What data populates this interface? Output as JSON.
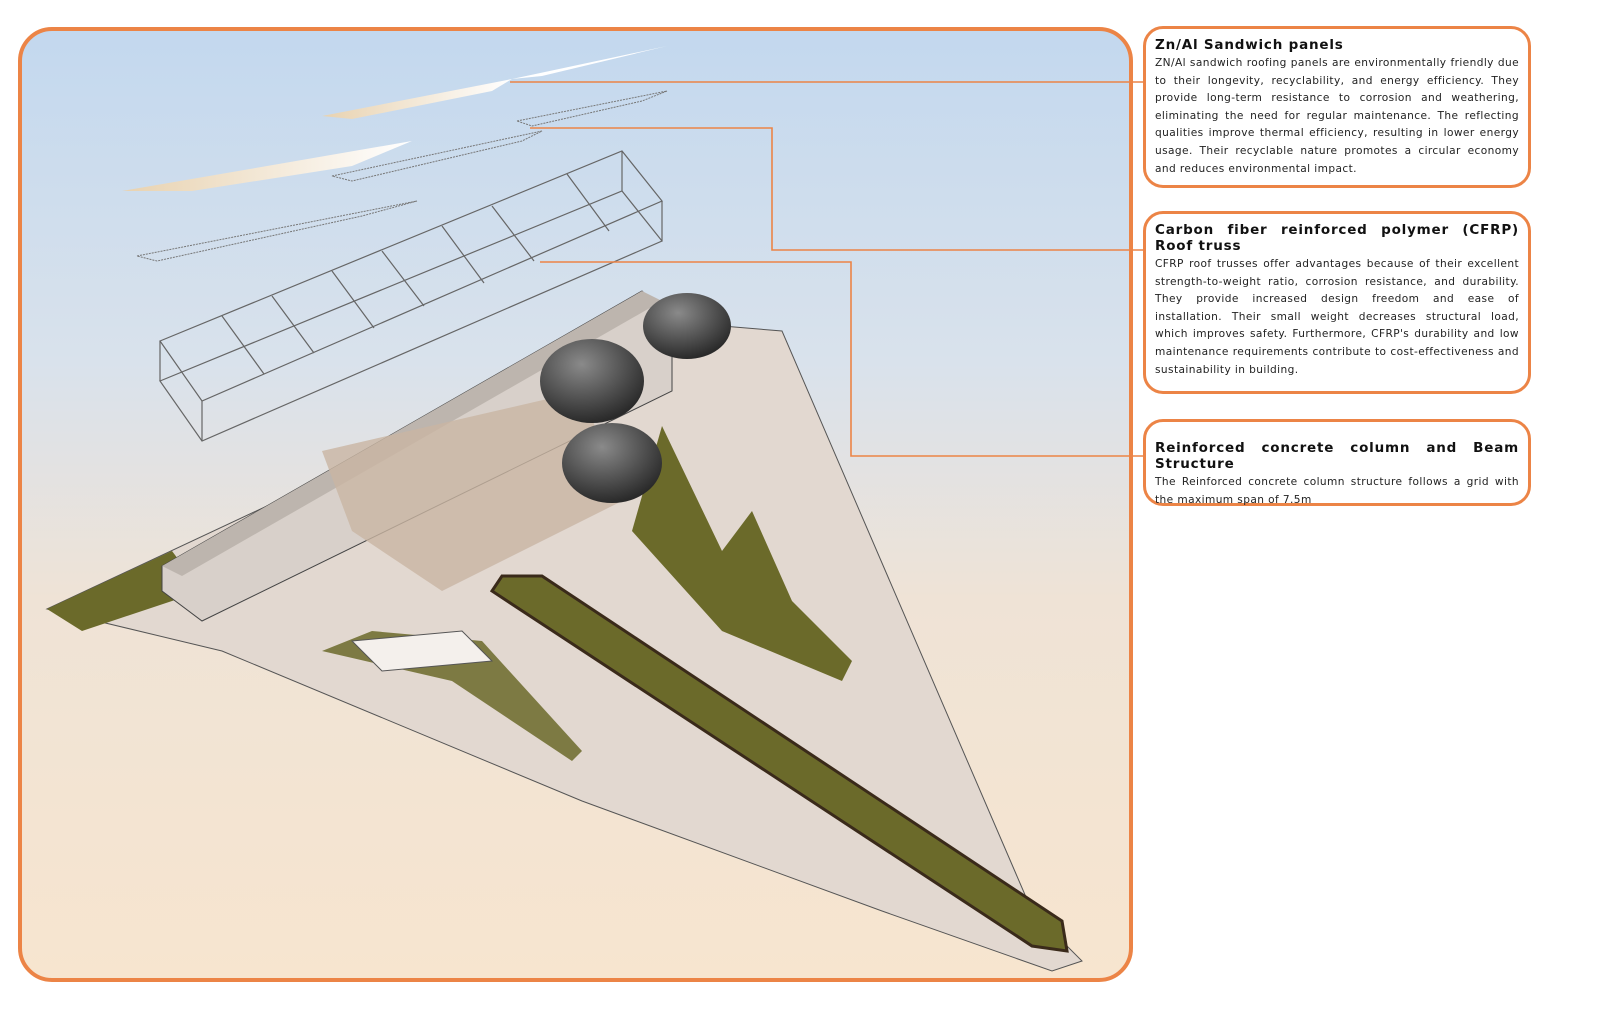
{
  "colors": {
    "accent": "#ec8446",
    "sky_top": "#c3d8ee",
    "ground": "#f7e5cf",
    "grass": "#6b6a2a"
  },
  "callouts": [
    {
      "title": "Zn/Al Sandwich panels",
      "body": "ZN/Al sandwich roofing panels are environmentally friendly due to their longevity, recyclability, and energy efficiency. They provide long-term resistance to corrosion and weathering, eliminating the need for regular maintenance. The reflecting qualities improve thermal efficiency, resulting in lower energy usage. Their recyclable nature promotes a circular economy and reduces environmental impact."
    },
    {
      "title": "Carbon fiber reinforced polymer (CFRP) Roof truss",
      "body": "CFRP roof trusses offer advantages because of their excellent strength-to-weight ratio, corrosion resistance, and durability. They provide increased design freedom and ease of installation. Their small weight decreases structural load, which improves safety. Furthermore, CFRP's durability and low maintenance requirements contribute to cost-effectiveness and sustainability in building."
    },
    {
      "title": "Reinforced concrete column and Beam Structure",
      "body": "The Reinforced concrete column structure follows a grid with the maximum span of 7.5m"
    }
  ]
}
